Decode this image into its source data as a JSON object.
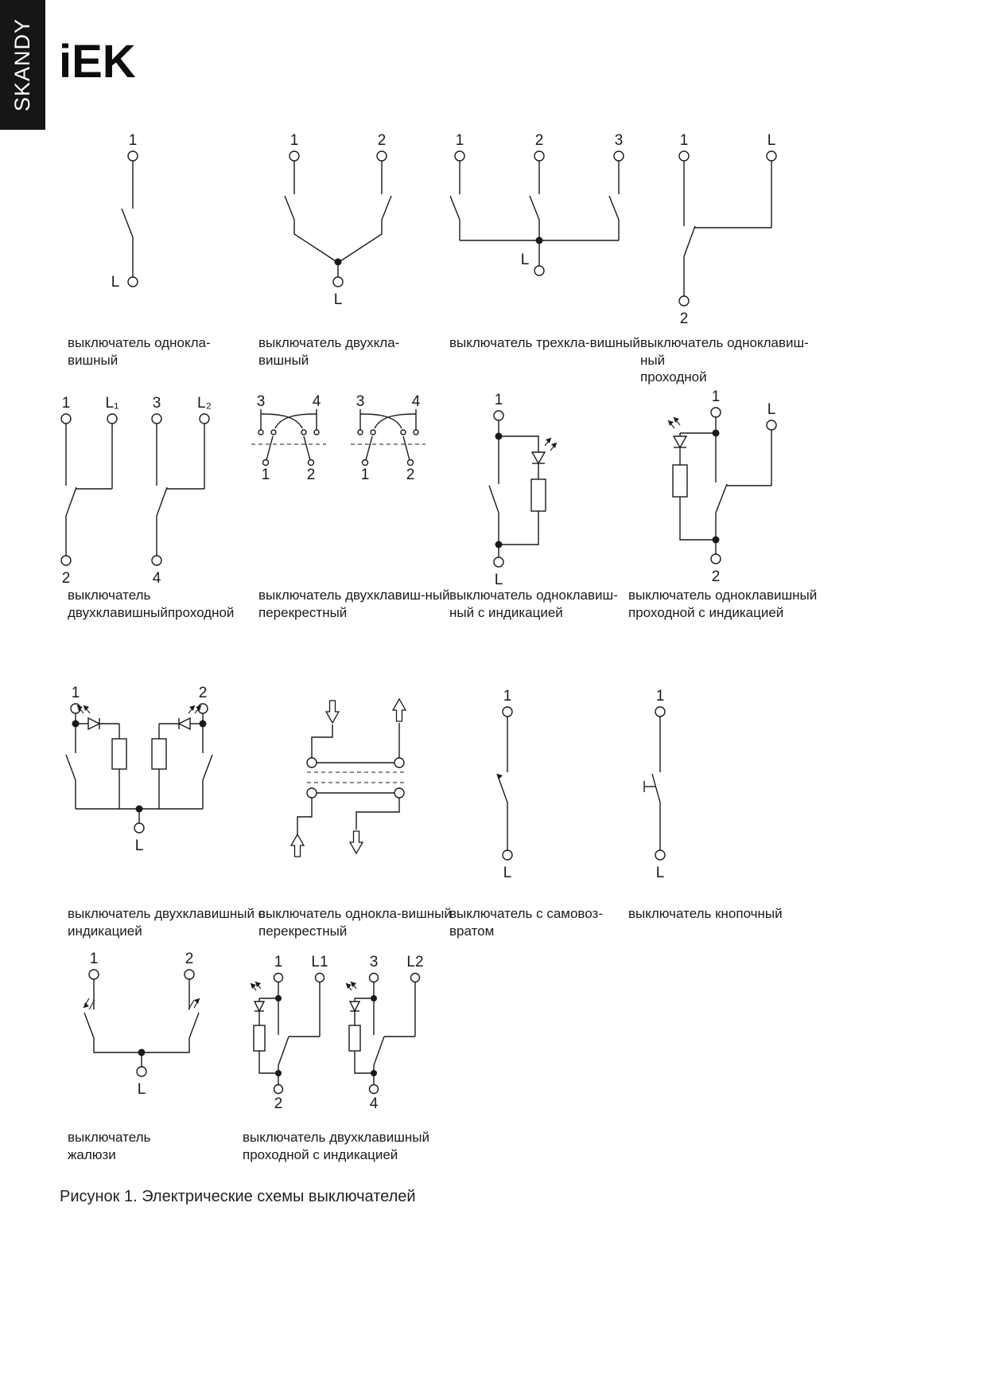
{
  "brand": {
    "sidebar": "SKANDY",
    "logo": "iEK"
  },
  "figure_caption": "Рисунок 1. Электрические схемы выключателей",
  "colors": {
    "ink": "#1a1a1a",
    "sidebar_bg": "#161616",
    "background": "#ffffff"
  },
  "diagrams": [
    {
      "caption": "выключатель однокла-вишный",
      "top": [
        "1"
      ],
      "bottom": [
        "L"
      ]
    },
    {
      "caption": "выключатель двухкла-вишный",
      "top": [
        "1",
        "2"
      ],
      "bottom": [
        "L"
      ]
    },
    {
      "caption": "выключатель трехкла-вишный",
      "top": [
        "1",
        "2",
        "3"
      ],
      "bottom": [
        "L"
      ]
    },
    {
      "caption": "выключатель одноклавиш-ный\nпроходной",
      "top": [
        "1",
        "L"
      ],
      "bottom": [
        "2"
      ]
    },
    {
      "caption": "выключатель\nдвухклавишныйпроходной",
      "top": [
        "1",
        "L₁",
        "3",
        "L₂"
      ],
      "bottom": [
        "2",
        "4"
      ]
    },
    {
      "caption": "выключатель двухклавиш-ный\nперекрестный",
      "top": [
        "3",
        "4",
        "3",
        "4"
      ],
      "bottom": [
        "1",
        "2",
        "1",
        "2"
      ]
    },
    {
      "caption": "выключатель одноклавиш-\nный с индикацией",
      "top": [
        "1"
      ],
      "bottom": [
        "L"
      ]
    },
    {
      "caption": "выключатель одноклавишный\nпроходной с индикацией",
      "top": [
        "1",
        "L"
      ],
      "bottom": [
        "2"
      ]
    },
    {
      "caption": "выключатель двухклавишный с\nиндикацией",
      "top": [
        "1",
        "2"
      ],
      "bottom": [
        "L"
      ]
    },
    {
      "caption": "выключатель однокла-вишный\nперекрестный",
      "top": [],
      "bottom": []
    },
    {
      "caption": "выключатель с самовоз-\nвратом",
      "top": [
        "1"
      ],
      "bottom": [
        "L"
      ]
    },
    {
      "caption": "выключатель кнопочный",
      "top": [
        "1"
      ],
      "bottom": [
        "L"
      ]
    },
    {
      "caption": "выключатель\nжалюзи",
      "top": [
        "1",
        "2"
      ],
      "bottom": [
        "L"
      ]
    },
    {
      "caption": "выключатель двухклавишный\nпроходной с индикацией",
      "top": [
        "1",
        "L1",
        "3",
        "L2"
      ],
      "bottom": [
        "2",
        "4"
      ]
    }
  ]
}
